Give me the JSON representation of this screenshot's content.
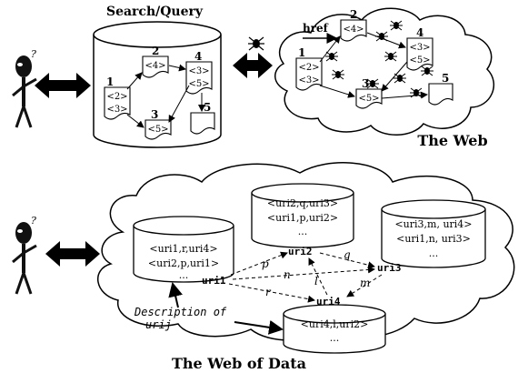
{
  "top": {
    "title": "Search/Query",
    "web_title": "The Web",
    "href_label": "href",
    "user_mark": "?",
    "db_pages": [
      {
        "num": "1",
        "lines": [
          "<2>",
          "<3>"
        ]
      },
      {
        "num": "2",
        "lines": [
          "<4>"
        ]
      },
      {
        "num": "3",
        "lines": [
          "<5>"
        ]
      },
      {
        "num": "4",
        "lines": [
          "<3>",
          "<5>"
        ]
      },
      {
        "num": "5",
        "lines": []
      }
    ],
    "web_pages": [
      {
        "num": "1",
        "lines": [
          "<2>",
          "<3>"
        ]
      },
      {
        "num": "2",
        "lines": [
          "<4>"
        ]
      },
      {
        "num": "3",
        "lines": [
          "<5>"
        ]
      },
      {
        "num": "4",
        "lines": [
          "<3>",
          "<5>"
        ]
      },
      {
        "num": "5",
        "lines": []
      }
    ]
  },
  "bottom": {
    "title": "The Web of Data",
    "user_mark": "?",
    "dataset1": {
      "lines": [
        "<uri1,r,uri4>",
        "<uri2,p,uri1>",
        "..."
      ]
    },
    "dataset2": {
      "lines": [
        "<uri2,q,uri3>",
        "<uri1,p,uri2>",
        "..."
      ]
    },
    "dataset3": {
      "lines": [
        "<uri3,m, uri4>",
        "<uri1,n, uri3>",
        "..."
      ]
    },
    "dataset4": {
      "lines": [
        "<uri4,l,uri2>",
        "..."
      ]
    },
    "nodes": {
      "uri1": "uri1",
      "uri2": "uri2",
      "uri3": "uri3",
      "uri4": "uri4"
    },
    "edges": {
      "p": "p",
      "q": "q",
      "n": "n",
      "r": "r",
      "l": "l",
      "m": "m"
    },
    "description": [
      "Description of",
      "urij"
    ]
  }
}
